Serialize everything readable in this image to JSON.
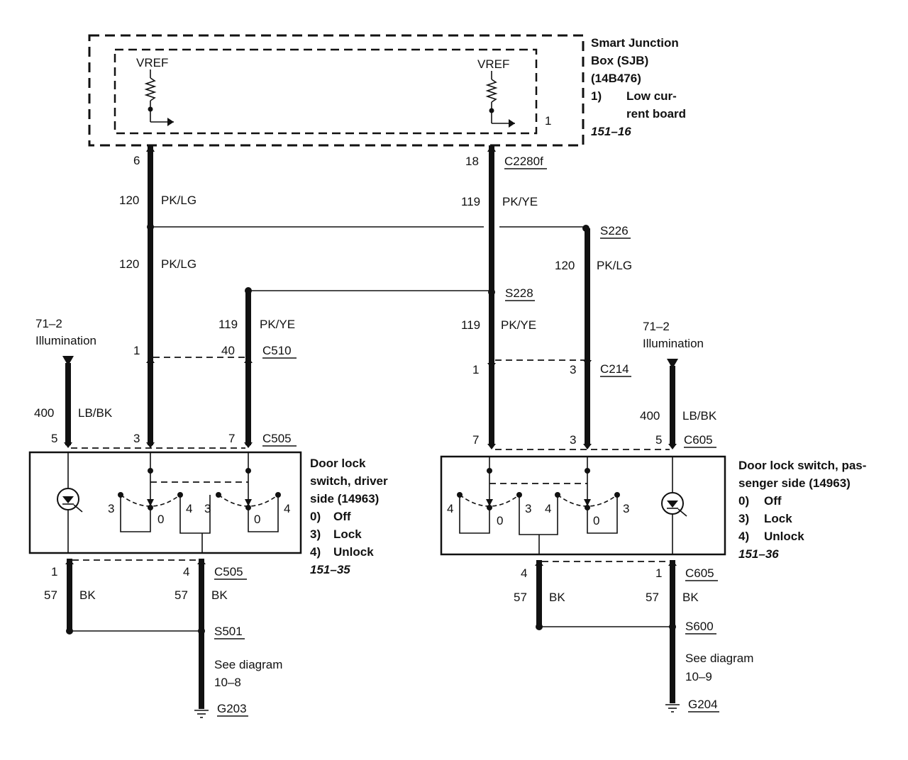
{
  "sjb": {
    "line1": "Smart Junction",
    "line2": "Box (SJB)",
    "line3": "(14B476)",
    "item_num": "1)",
    "item_line1": "Low cur-",
    "item_line2": "rent board",
    "ref": "151–16",
    "vref_left": "VREF",
    "vref_right": "VREF",
    "inner_num": "1"
  },
  "left_feed": {
    "pin": "6",
    "circuit1": "120",
    "color1": "PK/LG",
    "circuit2": "120",
    "color2": "PK/LG",
    "pin_c510": "1",
    "pin_c505": "3"
  },
  "right_feed": {
    "pin": "18",
    "connector": "C2280f",
    "circuit1": "119",
    "color1": "PK/YE",
    "splice": "S228",
    "circuit2": "119",
    "color2": "PK/YE",
    "pin_c214": "1",
    "pin_c605": "7"
  },
  "s226_branch": {
    "splice": "S226",
    "circuit": "120",
    "color": "PK/LG",
    "pin_c214": "3",
    "pin_c605": "3"
  },
  "s228_branch": {
    "circuit": "119",
    "color": "PK/YE",
    "pin_c510": "40",
    "connector_c510": "C510",
    "pin_c505": "7",
    "connector_c505": "C505"
  },
  "c214": {
    "connector": "C214"
  },
  "illum_left": {
    "ref": "71–2",
    "label": "Illumination",
    "circuit": "400",
    "color": "LB/BK",
    "pin": "5"
  },
  "illum_right": {
    "ref": "71–2",
    "label": "Illumination",
    "circuit": "400",
    "color": "LB/BK",
    "pin": "5",
    "connector": "C605"
  },
  "driver_switch": {
    "line1": "Door lock",
    "line2": "switch, driver",
    "line3": "side (14963)",
    "opt0_num": "0)",
    "opt0": "Off",
    "opt3_num": "3)",
    "opt3": "Lock",
    "opt4_num": "4)",
    "opt4": "Unlock",
    "ref": "151–35",
    "pos_a_left": "3",
    "pos_a_mid": "0",
    "pos_a_right": "4",
    "pos_b_left": "3",
    "pos_b_mid": "0",
    "pos_b_right": "4"
  },
  "pass_switch": {
    "line1": "Door lock switch, pas-",
    "line2": "senger side (14963)",
    "opt0_num": "0)",
    "opt0": "Off",
    "opt3_num": "3)",
    "opt3": "Lock",
    "opt4_num": "4)",
    "opt4": "Unlock",
    "ref": "151–36",
    "pos_a_left": "4",
    "pos_a_mid": "0",
    "pos_a_right": "3",
    "pos_b_left": "4",
    "pos_b_mid": "0",
    "pos_b_right": "3"
  },
  "driver_ground": {
    "pin_left": "1",
    "pin_right": "4",
    "connector": "C505",
    "circuit_left": "57",
    "color_left": "BK",
    "circuit_right": "57",
    "color_right": "BK",
    "splice": "S501",
    "see1": "See diagram",
    "see2": "10–8",
    "ground": "G203"
  },
  "pass_ground": {
    "pin_left": "4",
    "pin_right": "1",
    "connector": "C605",
    "circuit_left": "57",
    "color_left": "BK",
    "circuit_right": "57",
    "color_right": "BK",
    "splice": "S600",
    "see1": "See diagram",
    "see2": "10–9",
    "ground": "G204"
  }
}
